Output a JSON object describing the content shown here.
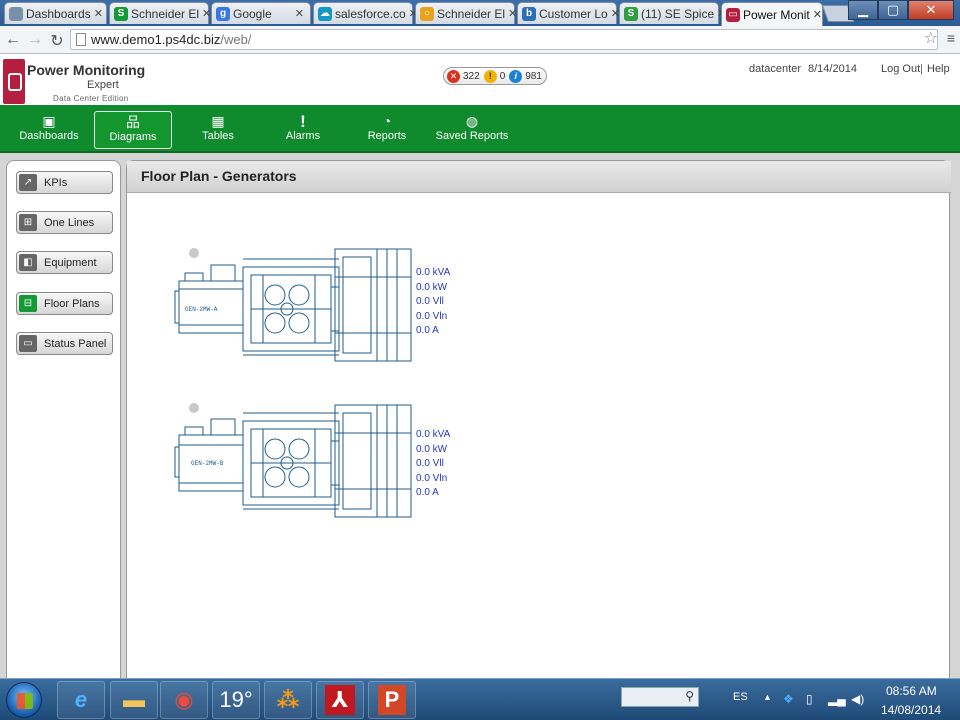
{
  "browser": {
    "tabs": [
      {
        "label": "Dashboards",
        "icon": "page-icon",
        "color": "#7a8fa8"
      },
      {
        "label": "Schneider El",
        "icon": "schneider-icon",
        "color": "#139a33"
      },
      {
        "label": "Google",
        "icon": "google-icon",
        "color": "#3b78e7"
      },
      {
        "label": "salesforce.co",
        "icon": "cloud-icon",
        "color": "#1798c1"
      },
      {
        "label": "Schneider El",
        "icon": "schneider-icon",
        "color": "#e8a31a"
      },
      {
        "label": "Customer Lo",
        "icon": "b-icon",
        "color": "#2c6fb5"
      },
      {
        "label": "(11) SE Spice",
        "icon": "s-icon",
        "color": "#2e9e3e"
      },
      {
        "label": "Power Monit",
        "icon": "pme-icon",
        "color": "#b51f3f"
      }
    ],
    "url_domain": "www.demo1.ps4dc.biz",
    "url_path": "/web/"
  },
  "header": {
    "logo_title": "Power Monitoring",
    "logo_sub1": "Expert",
    "logo_sub2": "Data Center Edition",
    "alarm_counts": {
      "errors": "322",
      "warnings": "0",
      "info": "981"
    },
    "user": "datacenter",
    "date": "8/14/2014",
    "logout": "Log Out",
    "separator": "|",
    "help": "Help"
  },
  "nav": {
    "items": [
      {
        "label": "Dashboards",
        "icon": "dashboard-icon",
        "glyph": "▣"
      },
      {
        "label": "Diagrams",
        "icon": "diagram-icon",
        "glyph": "品"
      },
      {
        "label": "Tables",
        "icon": "table-icon",
        "glyph": "▦"
      },
      {
        "label": "Alarms",
        "icon": "alarm-icon",
        "glyph": "!"
      },
      {
        "label": "Reports",
        "icon": "report-icon",
        "glyph": "◔"
      },
      {
        "label": "Saved Reports",
        "icon": "saved-report-icon",
        "glyph": "◍"
      }
    ],
    "active": "Diagrams",
    "accent": "#0f8a2c"
  },
  "sidebar": {
    "items": [
      {
        "label": "KPIs",
        "icon": "kpi-chart-icon",
        "glyph": "↗"
      },
      {
        "label": "One Lines",
        "icon": "one-line-icon",
        "glyph": "⊞"
      },
      {
        "label": "Equipment",
        "icon": "equipment-icon",
        "glyph": "◧"
      },
      {
        "label": "Floor Plans",
        "icon": "floor-plan-icon",
        "glyph": "⊟"
      },
      {
        "label": "Status Panel",
        "icon": "status-panel-icon",
        "glyph": "▭"
      }
    ],
    "active": "Floor Plans"
  },
  "panel": {
    "title": "Floor Plan - Generators",
    "generators": [
      {
        "tag": "GEN-2MW-A",
        "readings": [
          "0.0 kVA",
          "0.0 kW",
          "0.0 Vll",
          "0.0 Vln",
          "0.0 A"
        ]
      },
      {
        "tag": "GEN-2MW-B",
        "readings": [
          "0.0 kVA",
          "0.0 kW",
          "0.0 Vll",
          "0.0 Vln",
          "0.0 A"
        ]
      }
    ],
    "reading_color": "#2436c8",
    "drawing_color": "#1f5e8c"
  },
  "taskbar": {
    "apps": [
      {
        "name": "ie-icon",
        "glyph": "e"
      },
      {
        "name": "explorer-folder-icon",
        "glyph": "▬"
      },
      {
        "name": "chrome-icon",
        "glyph": "◉"
      },
      {
        "name": "weather-icon",
        "glyph": "19°"
      },
      {
        "name": "meeting-icon",
        "glyph": "⁂"
      },
      {
        "name": "acrobat-icon",
        "glyph": "⅄"
      },
      {
        "name": "powerpoint-icon",
        "glyph": "P"
      }
    ],
    "language": "ES",
    "time": "08:56 AM",
    "date": "14/08/2014"
  }
}
